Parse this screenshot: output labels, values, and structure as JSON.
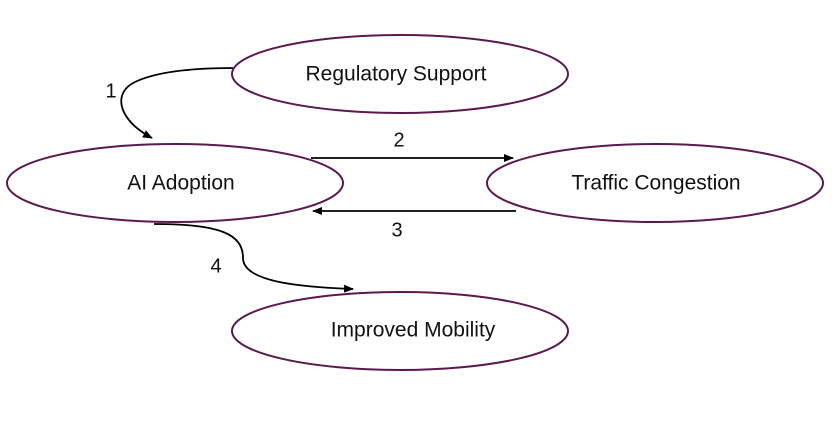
{
  "colors": {
    "node_border": "#5a1a4e",
    "edge": "#000000",
    "background": "#ffffff",
    "text": "#111111"
  },
  "nodes": {
    "regulatory_support": {
      "label": "Regulatory Support"
    },
    "ai_adoption": {
      "label": "AI Adoption"
    },
    "traffic_congestion": {
      "label": "Traffic Congestion"
    },
    "improved_mobility": {
      "label": "Improved Mobility"
    }
  },
  "edges": [
    {
      "label": "1",
      "from": "Regulatory Support",
      "to": "AI Adoption"
    },
    {
      "label": "2",
      "from": "AI Adoption",
      "to": "Traffic Congestion"
    },
    {
      "label": "3",
      "from": "Traffic Congestion",
      "to": "AI Adoption"
    },
    {
      "label": "4",
      "from": "AI Adoption",
      "to": "Improved Mobility"
    }
  ]
}
